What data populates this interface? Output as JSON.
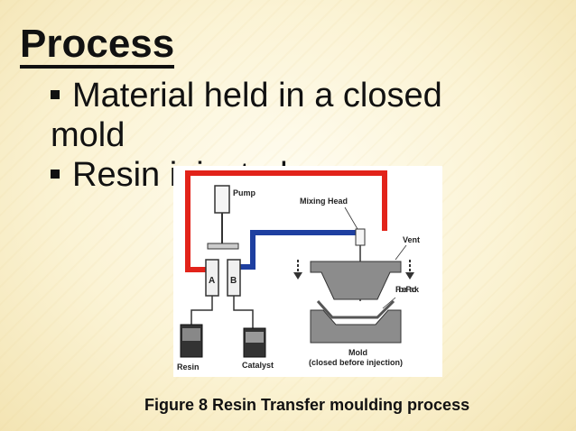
{
  "slide": {
    "title": "Process",
    "bullets": [
      "Material held in a closed mold",
      "Resin injected"
    ],
    "caption": "Figure 8  Resin Transfer moulding process"
  },
  "diagram": {
    "labels": {
      "pump": "Pump",
      "mixing_head": "Mixing Head",
      "vent": "Vent",
      "fiber_pack": "Fiber Pack",
      "resin": "Resin",
      "catalyst": "Catalyst",
      "mold_line1": "Mold",
      "mold_line2": "(closed before injection)",
      "cyl_a": "A",
      "cyl_b": "B"
    },
    "colors": {
      "resin_line": "#e2231a",
      "catalyst_line": "#1e3fa0",
      "mold": "#8c8c8c"
    }
  }
}
